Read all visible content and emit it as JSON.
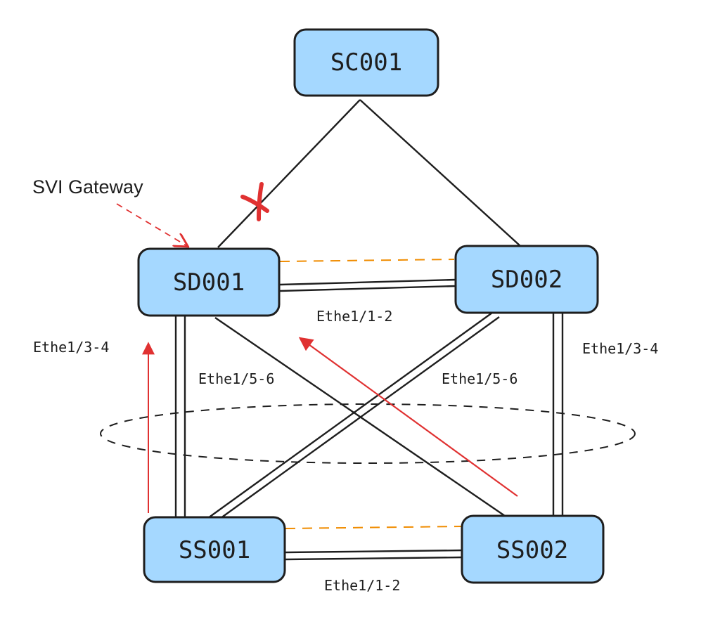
{
  "diagram": {
    "nodes": {
      "sc001": {
        "label": "SC001"
      },
      "sd001": {
        "label": "SD001"
      },
      "sd002": {
        "label": "SD002"
      },
      "ss001": {
        "label": "SS001"
      },
      "ss002": {
        "label": "SS002"
      }
    },
    "links": {
      "sd_peer": {
        "label": "Ethe1/1-2"
      },
      "ss_peer": {
        "label": "Ethe1/1-2"
      },
      "sd001_ss001": {
        "label": "Ethe1/3-4"
      },
      "sd002_ss002": {
        "label": "Ethe1/3-4"
      },
      "cross_left": {
        "label": "Ethe1/5-6"
      },
      "cross_right": {
        "label": "Ethe1/5-6"
      }
    },
    "annotations": {
      "svi_gateway": "SVI Gateway"
    },
    "colors": {
      "node_fill": "#a5d8ff",
      "node_stroke": "#1e1e1e",
      "link": "#1e1e1e",
      "peer_keepalive": "#f08c00",
      "traffic_arrow": "#e03131",
      "failure_mark": "#e03131"
    }
  }
}
